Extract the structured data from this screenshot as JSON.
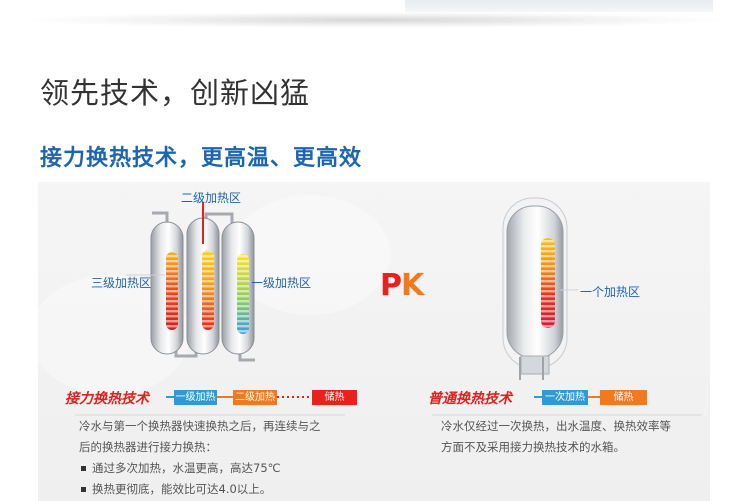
{
  "page": {
    "heading": "领先技术，创新凶猛",
    "subheading": "接力换热技术，更高温、更高效"
  },
  "left_diagram": {
    "label_zone_2": "二级加热区",
    "label_zone_3": "三级加热区",
    "label_zone_1": "一级加热区"
  },
  "right_diagram": {
    "label_zone_single": "一个加热区"
  },
  "pk": {
    "p": "P",
    "k": "K"
  },
  "relay_tech": {
    "title": "接力换热技术",
    "tags": [
      "一级加热",
      "二级加热",
      "储热"
    ],
    "intro_line1": "冷水与第一个换热器快速换热之后，再连续与之",
    "intro_line2": "后的换热器进行接力换热：",
    "bullets": [
      "通过多次加热，水温更高，高达75℃",
      "换热更彻底，能效比可达4.0以上。"
    ]
  },
  "normal_tech": {
    "title": "普通换热技术",
    "tags": [
      "一次加热",
      "储热"
    ],
    "desc_line1": "冷水仅经过一次换热，出水温度、换热效率等",
    "desc_line2": "方面不及采用接力换热技术的水箱。"
  },
  "colors": {
    "heading_text": "#333333",
    "subheading_text": "#1e65b0",
    "tech_title_red": "#d9231f",
    "tag_blue": "#2f9bd6",
    "tag_orange": "#f07a1d",
    "tag_red": "#e8211b",
    "label_blue": "#1e65b0"
  },
  "icons": [
    "heating-stripes-icon",
    "pipe-connector-icon",
    "dotted-connector-icon"
  ]
}
